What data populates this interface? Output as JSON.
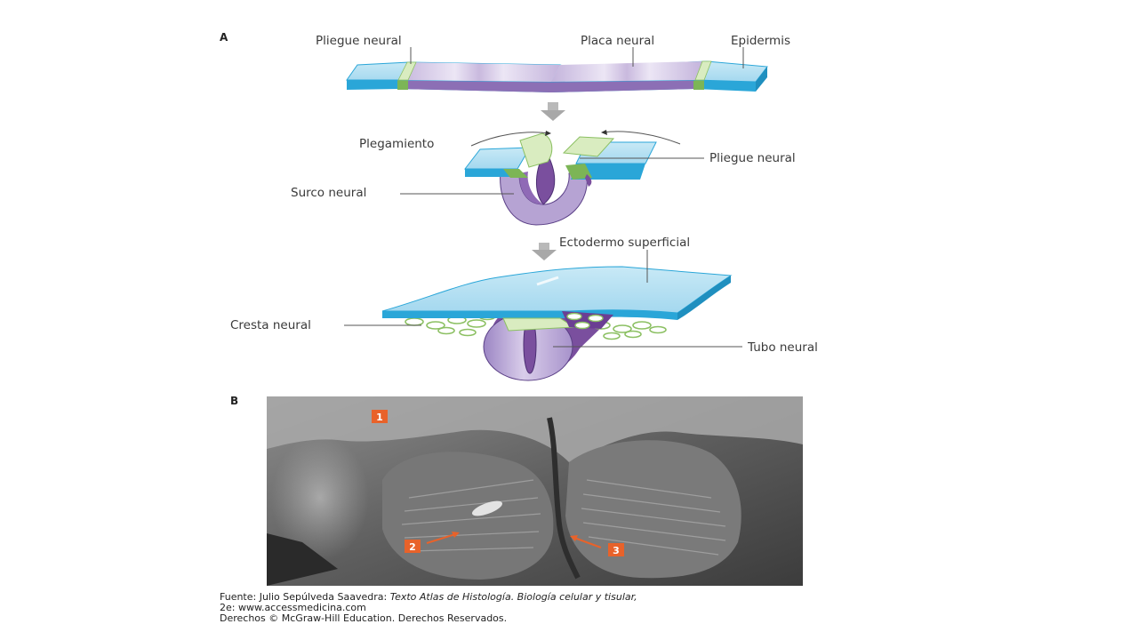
{
  "panels": {
    "a": {
      "letter": "A"
    },
    "b": {
      "letter": "B"
    }
  },
  "labels": {
    "neural_fold_top": "Pliegue neural",
    "neural_plate": "Placa neural",
    "epidermis": "Epidermis",
    "folding": "Plegamiento",
    "neural_fold_mid": "Pliegue neural",
    "neural_groove": "Surco neural",
    "surface_ectoderm": "Ectodermo superficial",
    "neural_crest": "Cresta neural",
    "neural_tube": "Tubo neural"
  },
  "micrograph_markers": [
    {
      "number": "1"
    },
    {
      "number": "2"
    },
    {
      "number": "3"
    }
  ],
  "source": {
    "line1_prefix": "Fuente: Julio Sepúlveda Saavedra: ",
    "line1_title": "Texto Atlas de Histología. Biología celular y tisular,",
    "line2": "2e: www.accessmedicina.com",
    "line3": "Derechos © McGraw-Hill Education. Derechos Reservados."
  },
  "colors": {
    "epidermis_blue": "#9fd6ee",
    "epidermis_edge": "#2aa6d8",
    "neural_purple": "#b6a3d3",
    "neural_dark": "#7a4f9e",
    "fold_green": "#8cc063",
    "fold_light": "#d9ecc0",
    "marker_orange": "#e8622a"
  }
}
